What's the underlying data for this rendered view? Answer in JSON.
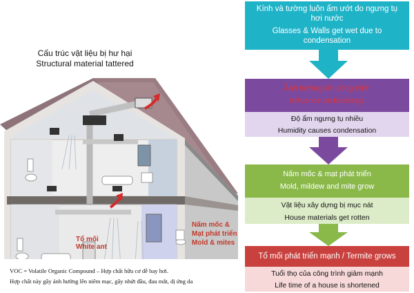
{
  "house": {
    "title_vi": "Cấu trúc vật liệu bị hư hại",
    "title_en": "Structural material tattered",
    "label_ant_vi": "Tổ mối",
    "label_ant_en": "White ant",
    "label_mold_vi1": "Nấm mốc &",
    "label_mold_vi2": "Mạt phát triển",
    "label_mold_en": "Mold & mites"
  },
  "notes": {
    "voc": "VOC = Volatile Organic Compound – Hợp chất hữu cơ dễ bay hơi.",
    "voc_effect": "Hợp chất này gây ảnh hưởng lên niêm mạc, gây nhứt đầu, đau mắt, dị ứng da"
  },
  "flow": {
    "step1": {
      "vi": "Kính và tường luôn ẩm ướt do ngưng tụ hơi nước",
      "en": "Glasses & Walls get wet due to condensation"
    },
    "step2": {
      "head_vi": "Ảnh hưởng lên công trình",
      "head_en": "Influence on Buildings",
      "sub_vi": "Độ ẩm ngưng tụ nhiều",
      "sub_en": "Humidity causes condensation"
    },
    "step3": {
      "head_vi": "Nấm mốc & mạt phát triển",
      "head_en": "Mold, mildew and mite grow",
      "sub_vi": "Vật liệu xây dựng bị mục nát",
      "sub_en": "House materials get rotten"
    },
    "step4": {
      "head": "Tổ mối phát triển mạnh / Termite grows",
      "sub_vi": "Tuổi thọ của công trình giảm mạnh",
      "sub_en": "Life time of a house is shortened"
    }
  },
  "colors": {
    "teal": "#1fb3c8",
    "purple": "#7b4a9e",
    "purple_light": "#e2d6ee",
    "green": "#8ab94a",
    "green_light": "#dcecc8",
    "red": "#c9413e",
    "pink_light": "#f6d9d8",
    "label_red": "#c0392b"
  }
}
